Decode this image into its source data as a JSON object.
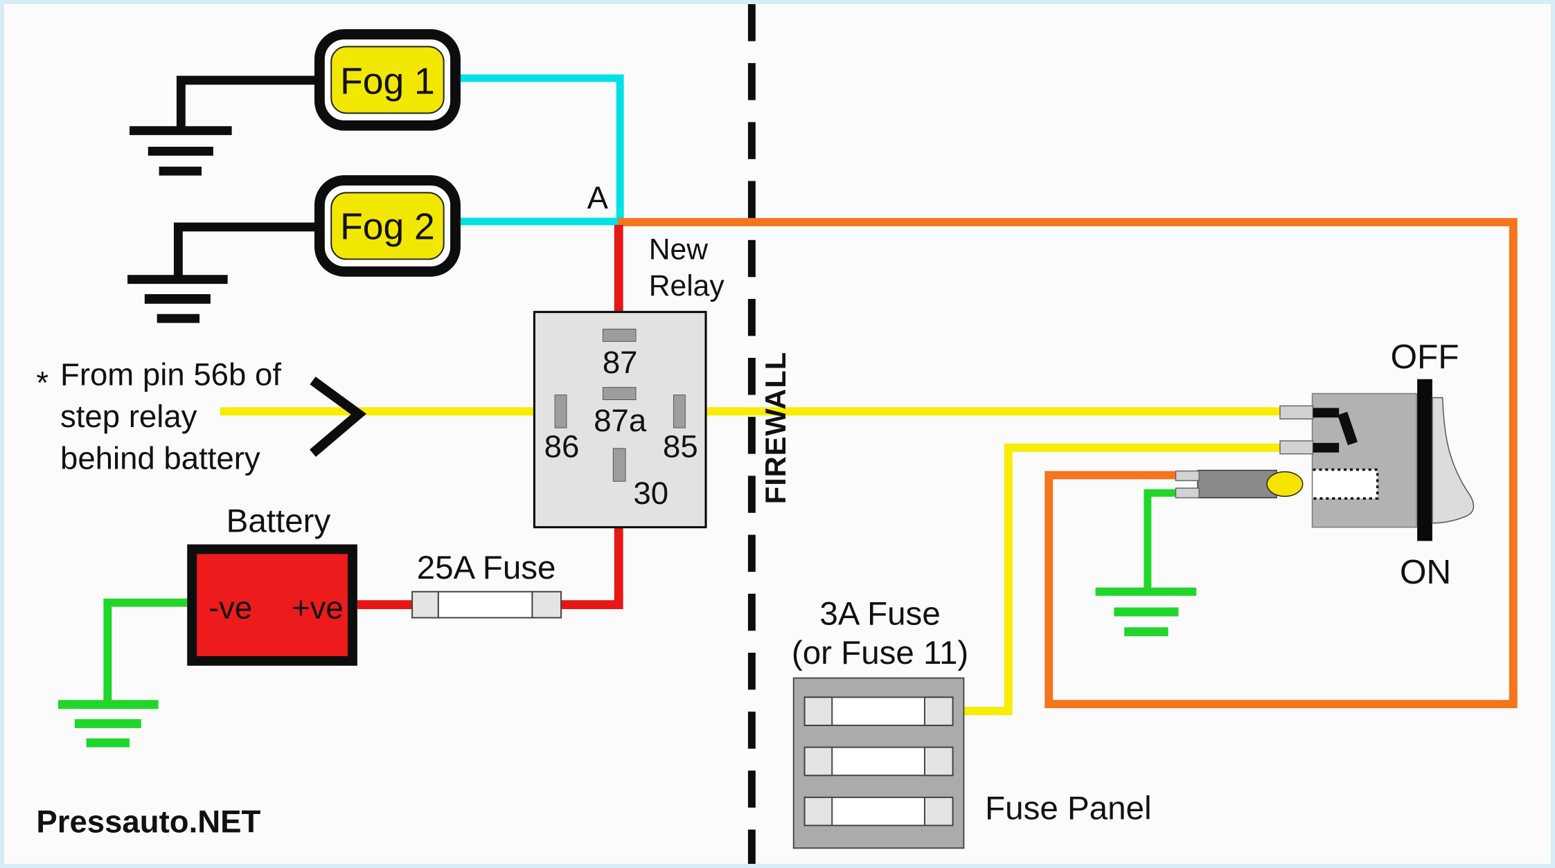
{
  "colors": {
    "background": "#fbfbfb",
    "canvas_border": "#d7ecf5",
    "wire_black": "#0d0d0d",
    "wire_cyan": "#00e1e6",
    "wire_yellow": "#f8ec00",
    "wire_red": "#e81616",
    "wire_green": "#21d62b",
    "wire_orange": "#f5741c",
    "fog_fill": "#f2e700",
    "battery_fill": "#ed1b1b",
    "relay_fill": "#e2e2e2",
    "pin_fill": "#9d9d9d",
    "panel_fill": "#ababab",
    "switch_fill": "#b2b2b2",
    "lever_fill": "#dcdcdc",
    "holder_fill": "#8a8a8a",
    "tab_fill": "#d2d2d2",
    "fuse_cap_fill": "#e4e4e4",
    "bulb_fill": "#f5e400",
    "note_blue": "#1e1eb4",
    "brand_blue": "#2b3a96",
    "on_red": "#e22016"
  },
  "diagram": {
    "fog_lights": {
      "fog1": "Fog 1",
      "fog2": "Fog 2"
    },
    "junction_label": "A",
    "relay": {
      "title_line1": "New",
      "title_line2": "Relay",
      "pin87": "87",
      "pin87a": "87a",
      "pin86": "86",
      "pin85": "85",
      "pin30": "30"
    },
    "firewall_label": "FIREWALL",
    "note": {
      "star": "*",
      "line1": "From pin 56b of",
      "line2": "step relay",
      "line3": "behind battery"
    },
    "battery": {
      "label": "Battery",
      "neg": "-ve",
      "pos": "+ve"
    },
    "fuse_25a_label": "25A Fuse",
    "fuse_panel": {
      "label": "Fuse Panel",
      "fuse_line1": "3A Fuse",
      "fuse_line2": "(or Fuse 11)"
    },
    "switch": {
      "off": "OFF",
      "on": "ON"
    },
    "brand": "Pressauto.NET"
  }
}
